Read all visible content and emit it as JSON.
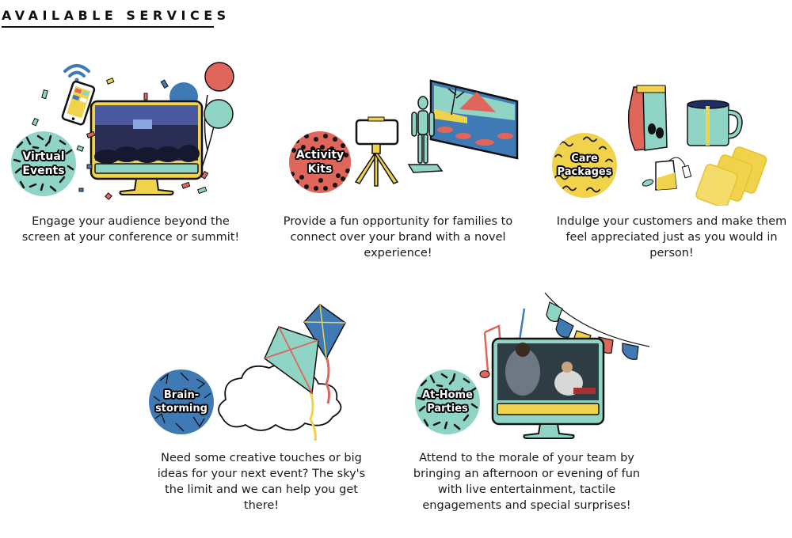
{
  "section": {
    "title": "AVAILABLE SERVICES"
  },
  "colors": {
    "teal": "#8fd4c4",
    "coral": "#e0655a",
    "yellow": "#f0d34a",
    "blue": "#3f7ab5",
    "black": "#111111"
  },
  "services": [
    {
      "badge": "Virtual\nEvents",
      "description": "Engage your audience beyond the screen at your conference or summit!",
      "badge_color": "#8fd4c4",
      "illustration": "monitor-with-conference-photo-phone-balloons-confetti"
    },
    {
      "badge": "Activity\nKits",
      "description": "Provide a fun opportunity for families to connect over your brand with a novel experience!",
      "badge_color": "#e0655a",
      "illustration": "phone-tripod-mannequin-painting"
    },
    {
      "badge": "Care\nPackages",
      "description": "Indulge your customers and make them feel appreciated just as you would in person!",
      "badge_color": "#f0d34a",
      "illustration": "coffee-bag-mug-teabag-cookies"
    },
    {
      "badge": "Brain-\nstorming",
      "description": "Need some creative touches or big ideas for your next event? The sky's the limit and we can help you get there!",
      "badge_color": "#3f7ab5",
      "illustration": "kites-and-cloud"
    },
    {
      "badge": "At-Home\nParties",
      "description": "Attend to the morale of your team by bringing an afternoon or evening of fun with live entertainment, tactile engagements and special surprises!",
      "badge_color": "#8fd4c4",
      "illustration": "monitor-with-musicians-notes-bunting"
    }
  ]
}
